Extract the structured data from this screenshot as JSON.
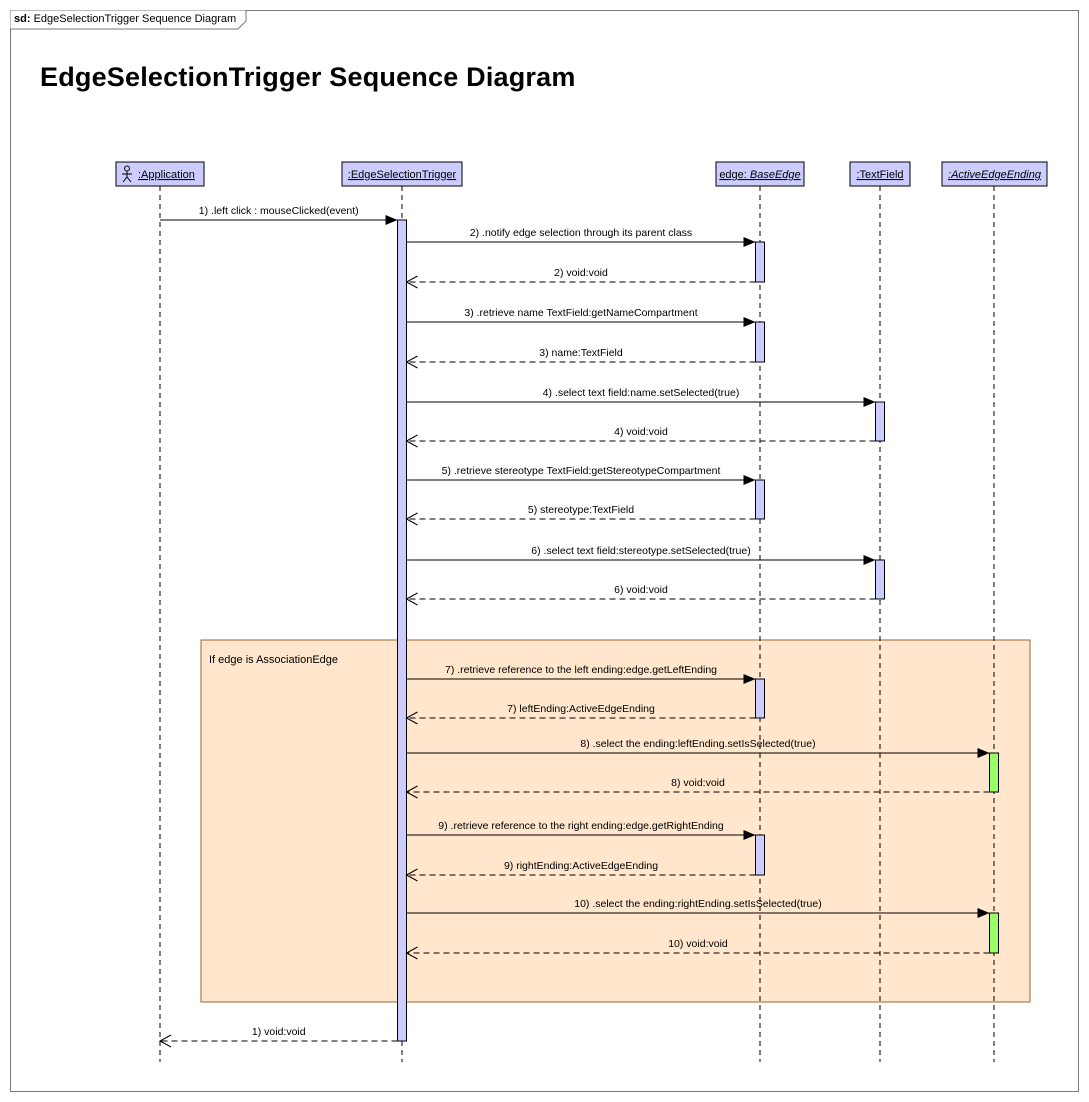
{
  "frame": {
    "keyword": "sd:",
    "name": "EdgeSelectionTrigger Sequence Diagram"
  },
  "title": "EdgeSelectionTrigger Sequence Diagram",
  "colors": {
    "lifeline_header_fill": "#ccccff",
    "activation_fill": "#ccccff",
    "highlight_activation_fill": "#99ff66",
    "fragment_fill": "#ffe6cc",
    "fragment_border": "#996633",
    "line": "#000000"
  },
  "lifelines": [
    {
      "id": "app",
      "label": ":Application",
      "actor": true,
      "italic": false,
      "icon": "actor-icon"
    },
    {
      "id": "trigger",
      "label": ":EdgeSelectionTrigger",
      "actor": false,
      "italic": false
    },
    {
      "id": "edge",
      "label_prefix": "edge:",
      "label": " BaseEdge",
      "actor": false,
      "italic": true
    },
    {
      "id": "textfield",
      "label": ":TextField",
      "actor": false,
      "italic": false
    },
    {
      "id": "ending",
      "label": ":ActiveEdgeEnding",
      "actor": false,
      "italic": true
    }
  ],
  "fragment": {
    "guard": "If edge is AssociationEdge"
  },
  "messages": [
    {
      "id": "m1",
      "from": "app",
      "to": "trigger",
      "kind": "call",
      "label": "1) .left click : mouseClicked(event)"
    },
    {
      "id": "m2",
      "from": "trigger",
      "to": "edge",
      "kind": "call",
      "label": "2) .notify edge selection through its parent class"
    },
    {
      "id": "r2",
      "from": "edge",
      "to": "trigger",
      "kind": "return",
      "label": "2) void:void"
    },
    {
      "id": "m3",
      "from": "trigger",
      "to": "edge",
      "kind": "call",
      "label": "3) .retrieve name TextField:getNameCompartment"
    },
    {
      "id": "r3",
      "from": "edge",
      "to": "trigger",
      "kind": "return",
      "label": "3) name:TextField"
    },
    {
      "id": "m4",
      "from": "trigger",
      "to": "textfield",
      "kind": "call",
      "label": "4) .select text field:name.setSelected(true)"
    },
    {
      "id": "r4",
      "from": "textfield",
      "to": "trigger",
      "kind": "return",
      "label": "4) void:void"
    },
    {
      "id": "m5",
      "from": "trigger",
      "to": "edge",
      "kind": "call",
      "label": "5) .retrieve stereotype TextField:getStereotypeCompartment"
    },
    {
      "id": "r5",
      "from": "edge",
      "to": "trigger",
      "kind": "return",
      "label": "5) stereotype:TextField"
    },
    {
      "id": "m6",
      "from": "trigger",
      "to": "textfield",
      "kind": "call",
      "label": "6) .select text field:stereotype.setSelected(true)"
    },
    {
      "id": "r6",
      "from": "textfield",
      "to": "trigger",
      "kind": "return",
      "label": "6) void:void"
    },
    {
      "id": "m7",
      "from": "trigger",
      "to": "edge",
      "kind": "call",
      "label": "7) .retrieve reference to the left ending:edge.getLeftEnding"
    },
    {
      "id": "r7",
      "from": "edge",
      "to": "trigger",
      "kind": "return",
      "label": "7) leftEnding:ActiveEdgeEnding"
    },
    {
      "id": "m8",
      "from": "trigger",
      "to": "ending",
      "kind": "call",
      "label": "8) .select the ending:leftEnding.setIsSelected(true)"
    },
    {
      "id": "r8",
      "from": "ending",
      "to": "trigger",
      "kind": "return",
      "label": "8) void:void"
    },
    {
      "id": "m9",
      "from": "trigger",
      "to": "edge",
      "kind": "call",
      "label": "9) .retrieve reference to the right ending:edge.getRightEnding"
    },
    {
      "id": "r9",
      "from": "edge",
      "to": "trigger",
      "kind": "return",
      "label": "9) rightEnding:ActiveEdgeEnding"
    },
    {
      "id": "m10",
      "from": "trigger",
      "to": "ending",
      "kind": "call",
      "label": "10) .select the ending:rightEnding.setIsSelected(true)"
    },
    {
      "id": "r10",
      "from": "ending",
      "to": "trigger",
      "kind": "return",
      "label": "10) void:void"
    },
    {
      "id": "r1",
      "from": "trigger",
      "to": "app",
      "kind": "return",
      "label": "1) void:void"
    }
  ]
}
